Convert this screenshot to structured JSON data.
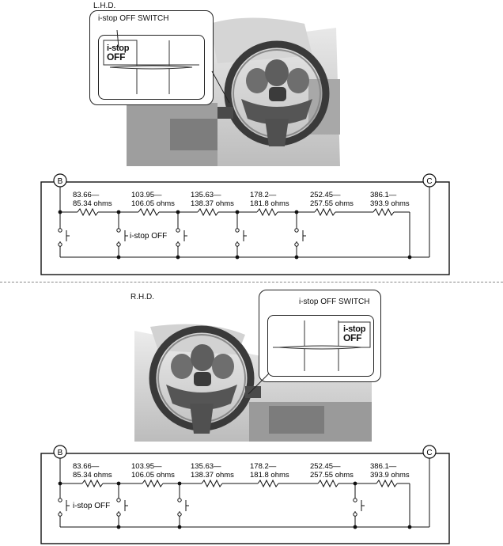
{
  "lhd": {
    "heading": "L.H.D.",
    "callout_title": "i-stop OFF SWITCH",
    "button_line1": "i-stop",
    "button_line2": "OFF"
  },
  "rhd": {
    "heading": "R.H.D.",
    "callout_title": "i-stop OFF SWITCH",
    "button_line1": "i-stop",
    "button_line2": "OFF"
  },
  "circuit_lhd": {
    "terminal_b": "B",
    "terminal_c": "C",
    "resistors": [
      {
        "line1": "83.66—",
        "line2": "85.34 ohms"
      },
      {
        "line1": "103.95—",
        "line2": "106.05 ohms"
      },
      {
        "line1": "135.63—",
        "line2": "138.37 ohms"
      },
      {
        "line1": "178.2—",
        "line2": "181.8 ohms"
      },
      {
        "line1": "252.45—",
        "line2": "257.55 ohms"
      },
      {
        "line1": "386.1—",
        "line2": "393.9 ohms"
      }
    ],
    "switch_label": "i-stop OFF"
  },
  "circuit_rhd": {
    "terminal_b": "B",
    "terminal_c": "C",
    "resistors": [
      {
        "line1": "83.66—",
        "line2": "85.34 ohms"
      },
      {
        "line1": "103.95—",
        "line2": "106.05 ohms"
      },
      {
        "line1": "135.63—",
        "line2": "138.37 ohms"
      },
      {
        "line1": "178.2—",
        "line2": "181.8 ohms"
      },
      {
        "line1": "252.45—",
        "line2": "257.55 ohms"
      },
      {
        "line1": "386.1—",
        "line2": "393.9 ohms"
      }
    ],
    "switch_label": "i-stop OFF"
  }
}
